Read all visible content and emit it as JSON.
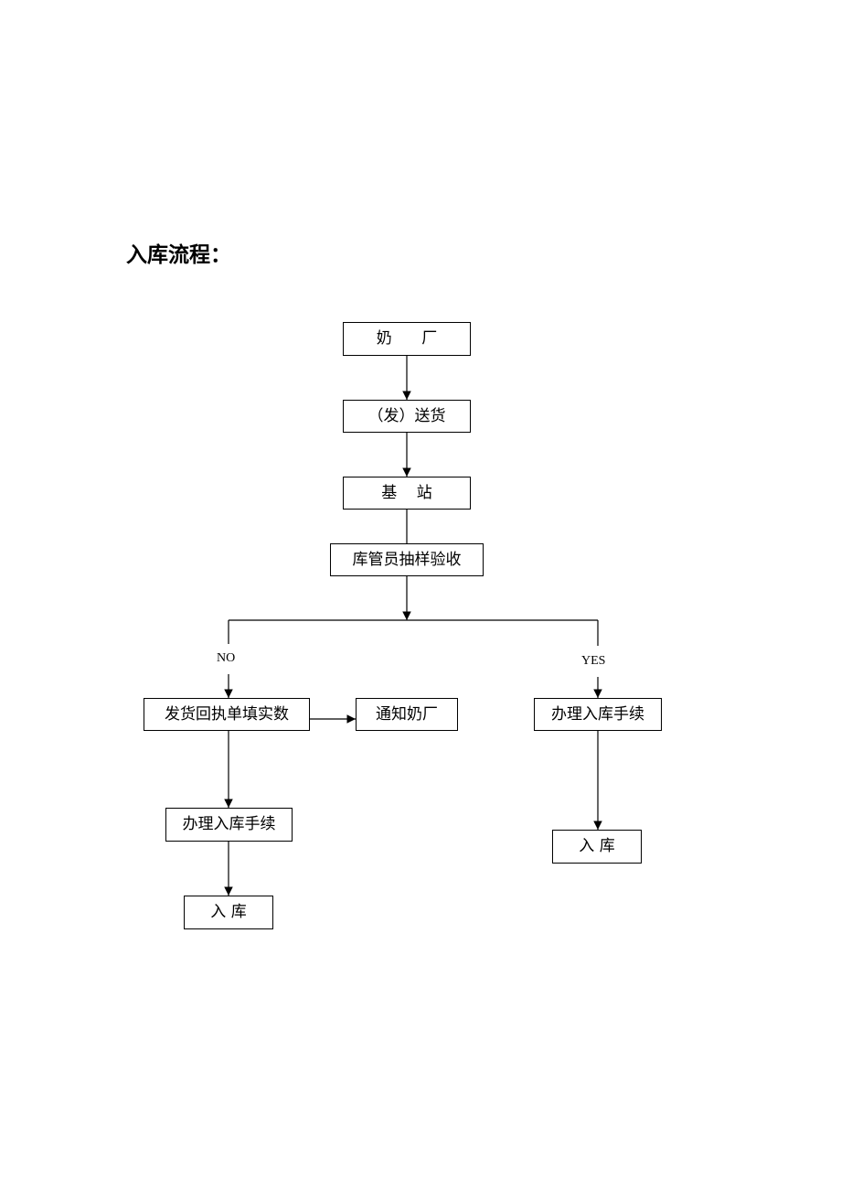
{
  "title": "入库流程：",
  "nodes": {
    "dairy_factory": "奶      厂",
    "ship_goods": "（发）送货",
    "base_station": "基    站",
    "sampling_inspection": "库管员抽样验收",
    "fill_receipt": "发货回执单填实数",
    "notify_factory": "通知奶厂",
    "process_no": "办理入库手续",
    "warehouse_no": "入 库",
    "process_yes": "办理入库手续",
    "warehouse_yes": "入 库"
  },
  "branches": {
    "no": "NO",
    "yes": "YES"
  }
}
